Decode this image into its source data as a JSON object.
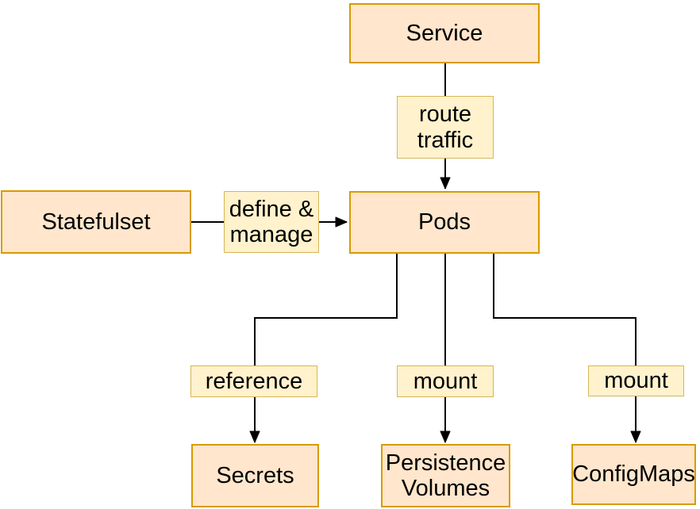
{
  "diagram": {
    "colors": {
      "background": "#FFFFFF",
      "entity_fill": "#FFE6CC",
      "entity_border": "#D79B00",
      "label_fill": "#FFF2CC",
      "label_border": "#D6B656",
      "edge_line": "#000000",
      "text": "#000000"
    },
    "nodes": [
      {
        "id": "service",
        "label": "Service"
      },
      {
        "id": "statefulset",
        "label": "Statefulset"
      },
      {
        "id": "pods",
        "label": "Pods"
      },
      {
        "id": "secrets",
        "label": "Secrets"
      },
      {
        "id": "persistence-volumes",
        "label": "Persistence\nVolumes"
      },
      {
        "id": "configmaps",
        "label": "ConfigMaps"
      }
    ],
    "edges": [
      {
        "from": "service",
        "to": "pods",
        "label": "route\ntraffic"
      },
      {
        "from": "statefulset",
        "to": "pods",
        "label": "define &\nmanage"
      },
      {
        "from": "pods",
        "to": "secrets",
        "label": "reference"
      },
      {
        "from": "pods",
        "to": "persistence-volumes",
        "label": "mount"
      },
      {
        "from": "pods",
        "to": "configmaps",
        "label": "mount"
      }
    ]
  }
}
